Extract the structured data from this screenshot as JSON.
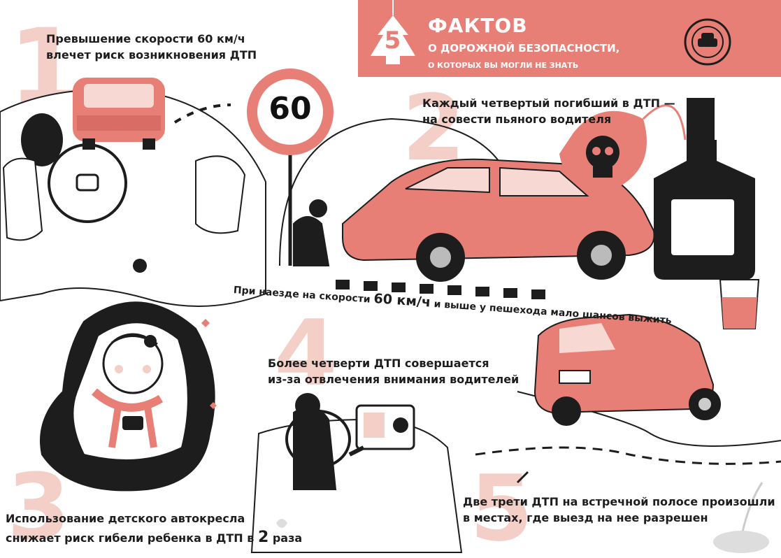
{
  "header": {
    "tag_number": "5",
    "title": "ФАКТОВ",
    "subtitle": "О ДОРОЖНОЙ БЕЗОПАСНОСТИ,",
    "small": "О КОТОРЫХ ВЫ МОГЛИ НЕ ЗНАТЬ"
  },
  "speed_sign": "60",
  "facts": [
    {
      "number": "1",
      "line1": "Превышение скорости 60 км/ч",
      "line2": "влечет риск возникновения ДТП"
    },
    {
      "number": "2",
      "line1": "Каждый четвертый погибший в ДТП —",
      "line2": "на совести пьяного водителя"
    },
    {
      "number": "3",
      "line1": "Использование детского автокресла",
      "line2_a": "снижает риск гибели ребенка в ДТП в ",
      "line2_b": "2",
      "line2_c": " раза"
    },
    {
      "number": "4",
      "line1": "Более четверти ДТП совершается",
      "line2": "из-за отвлечения внимания водителей"
    },
    {
      "number": "5",
      "line1": "Две трети ДТП на встречной полосе произошли",
      "line2": "в местах, где выезд на нее разрешен"
    }
  ],
  "pedestrian_text": {
    "a": "При наезде на скорости ",
    "b": "60 км/ч",
    "c": " и выше у пешехода мало шансов выжить"
  },
  "colors": {
    "accent": "#e87f77",
    "number_tint": "#f3cfc8",
    "ink": "#1d1d1d"
  }
}
